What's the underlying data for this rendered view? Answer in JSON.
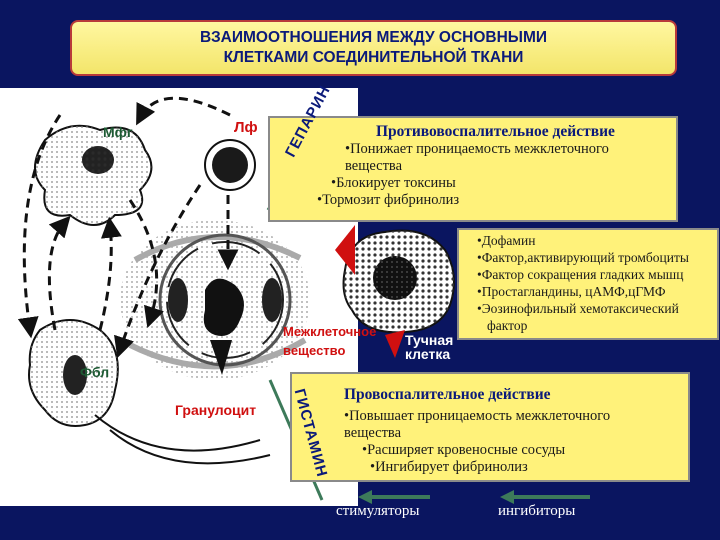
{
  "title": {
    "line1": "ВЗАИМООТНОШЕНИЯ МЕЖДУ ОСНОВНЫМИ",
    "line2": "КЛЕТКАМИ СОЕДИНИТЕЛЬНОЙ ТКАНИ"
  },
  "cells": {
    "macrophage": "Мфг",
    "lymphocyte": "Лф",
    "fibroblast": "Фбл",
    "granulocyte": "Гранулоцит",
    "intercellular_line1": "Межклеточное",
    "intercellular_line2": "вещество",
    "mast_line1": "Тучная",
    "mast_line2": "клетка"
  },
  "heparin": {
    "vertical_label": "ГЕПАРИН",
    "heading": "Противовоспалительное действие",
    "items": [
      "•Понижает проницаемость межклеточного",
      "вещества",
      "•Блокирует токсины",
      "•Тормозит фибринолиз"
    ]
  },
  "mediators": {
    "items": [
      "•Дофамин",
      "•Фактор,активирующий тромбоциты",
      "•Фактор сокращения гладких мышц",
      "•Простагландины, цАМФ,цГМФ",
      "•Эозинофильный хемотаксический",
      "фактор"
    ]
  },
  "histamine": {
    "vertical_label": "ГИСТАМИН",
    "heading": "Провоспалительное действие",
    "items": [
      "•Повышает проницаемость межклеточного",
      "вещества",
      "•Расширяет кровеносные сосуды",
      "•Ингибирует фибринолиз"
    ]
  },
  "legend": {
    "stimulators": "стимуляторы",
    "inhibitors": "ингибиторы"
  },
  "colors": {
    "background": "#0a1560",
    "box_fill": "#fff27a",
    "arrow_red": "#d01010",
    "arrow_green": "#3d7a5a",
    "text_navy": "#0b1a7a"
  }
}
